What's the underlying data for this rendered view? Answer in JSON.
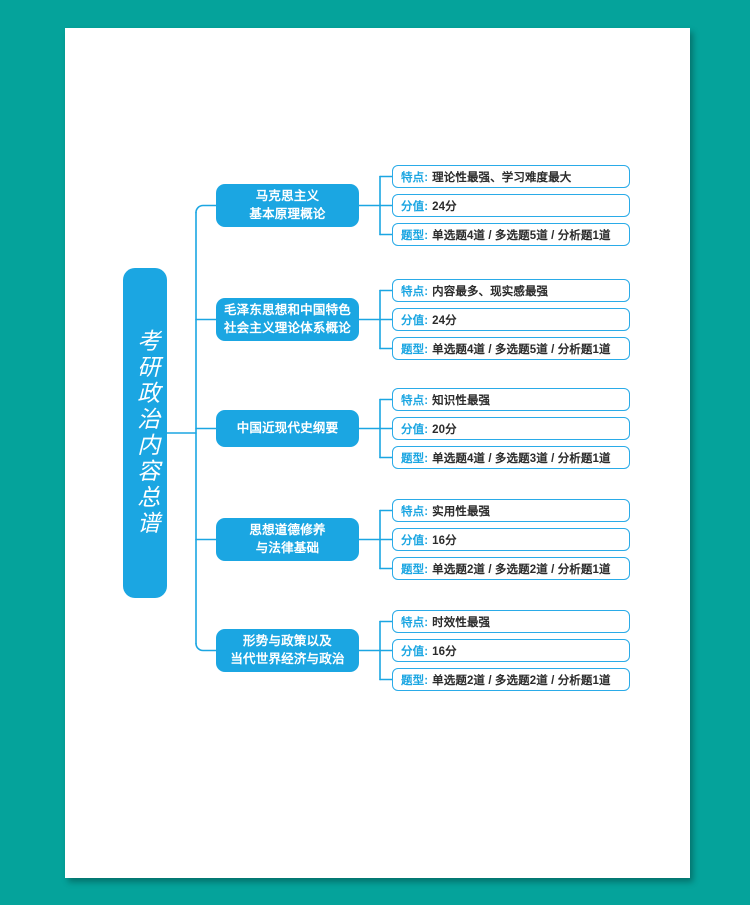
{
  "page": {
    "background_color": "#05a39b",
    "sheet_color": "#ffffff",
    "accent_color": "#1ba6e2",
    "border_color": "#2aabe8"
  },
  "root": {
    "title": "考研政治内容总谱",
    "orientation": "vertical"
  },
  "field_labels": {
    "feature": "特点:",
    "score": "分值:",
    "question_type": "题型:"
  },
  "branches": [
    {
      "name": "马克思主义\n基本原理概论",
      "details": [
        {
          "key": "特点:",
          "value": "理论性最强、学习难度最大"
        },
        {
          "key": "分值:",
          "value": "24分"
        },
        {
          "key": "题型:",
          "value": "单选题4道 / 多选题5道 / 分析题1道"
        }
      ]
    },
    {
      "name": "毛泽东思想和中国特色\n社会主义理论体系概论",
      "details": [
        {
          "key": "特点:",
          "value": "内容最多、现实感最强"
        },
        {
          "key": "分值:",
          "value": "24分"
        },
        {
          "key": "题型:",
          "value": "单选题4道 / 多选题5道 / 分析题1道"
        }
      ]
    },
    {
      "name": "中国近现代史纲要",
      "details": [
        {
          "key": "特点:",
          "value": "知识性最强"
        },
        {
          "key": "分值:",
          "value": "20分"
        },
        {
          "key": "题型:",
          "value": "单选题4道 / 多选题3道 / 分析题1道"
        }
      ]
    },
    {
      "name": "思想道德修养\n与法律基础",
      "details": [
        {
          "key": "特点:",
          "value": "实用性最强"
        },
        {
          "key": "分值:",
          "value": "16分"
        },
        {
          "key": "题型:",
          "value": "单选题2道 / 多选题2道 / 分析题1道"
        }
      ]
    },
    {
      "name": "形势与政策以及\n当代世界经济与政治",
      "details": [
        {
          "key": "特点:",
          "value": "时效性最强"
        },
        {
          "key": "分值:",
          "value": "16分"
        },
        {
          "key": "题型:",
          "value": "单选题2道 / 多选题2道 / 分析题1道"
        }
      ]
    }
  ]
}
